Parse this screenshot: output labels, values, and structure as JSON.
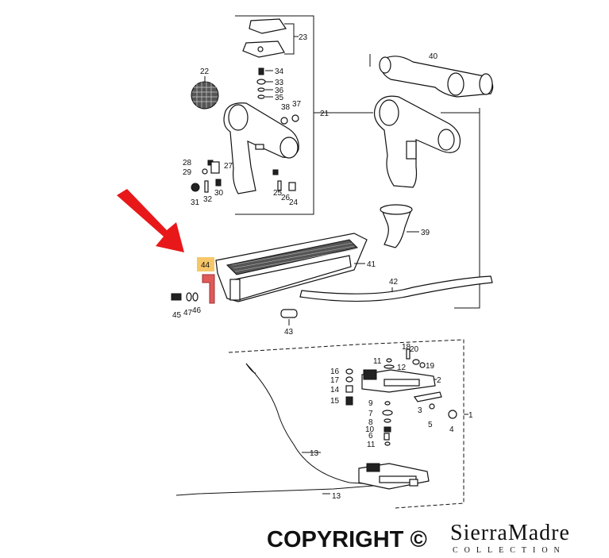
{
  "callouts": {
    "n1": "1",
    "n2": "2",
    "n3": "3",
    "n4": "4",
    "n5": "5",
    "n6": "6",
    "n7": "7",
    "n8": "8",
    "n9": "9",
    "n10": "10",
    "n11a": "11",
    "n11b": "11",
    "n12": "12",
    "n13a": "13",
    "n13b": "13",
    "n14": "14",
    "n15": "15",
    "n16": "16",
    "n17": "17",
    "n18": "18",
    "n19": "19",
    "n20": "20",
    "n21": "21",
    "n22": "22",
    "n23": "23",
    "n24": "24",
    "n25": "25",
    "n26": "26",
    "n27": "27",
    "n28": "28",
    "n29": "29",
    "n30": "30",
    "n31": "31",
    "n32": "32",
    "n33": "33",
    "n34": "34",
    "n35": "35",
    "n36": "36",
    "n37": "37",
    "n38": "38",
    "n39": "39",
    "n40": "40",
    "n41": "41",
    "n42": "42",
    "n43": "43",
    "n44": "44",
    "n45": "45",
    "n46": "46",
    "n47": "47"
  },
  "highlight": {
    "part_number": "44",
    "highlight_color": "#f6c768",
    "part_color": "#e05a5a",
    "arrow_color": "#e8181a"
  },
  "footer": {
    "copyright": "COPYRIGHT ©",
    "brand": "SierraMadre",
    "brand_sub": "COLLECTION"
  }
}
